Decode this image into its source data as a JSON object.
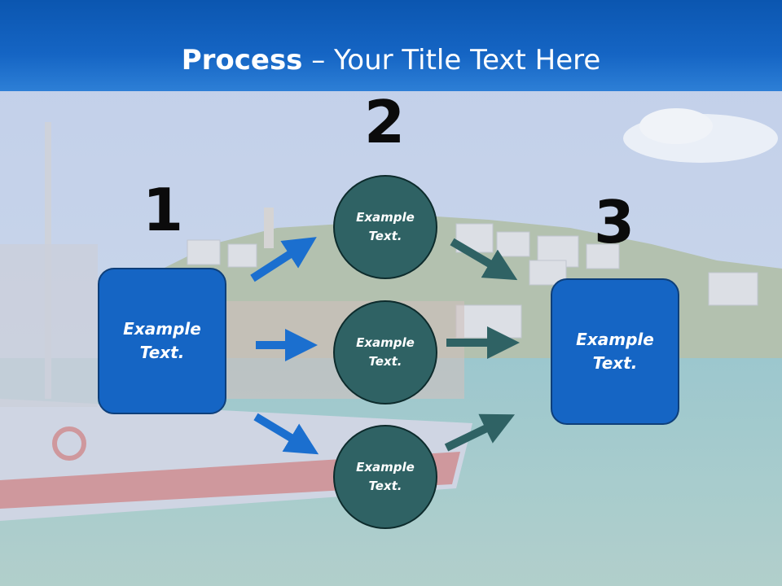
{
  "title": {
    "bold": "Process",
    "rest": " – Your Title Text Here"
  },
  "steps": [
    {
      "number": "1",
      "text": "Example\nText."
    },
    {
      "number": "2",
      "items": [
        "Example\nText.",
        "Example\nText.",
        "Example\nText."
      ]
    },
    {
      "number": "3",
      "text": "Example\nText."
    }
  ],
  "colors": {
    "title_bar": "#1565c4",
    "box": "#1565c4",
    "circle": "#2f6264",
    "blue_arrow": "#1b6fcf",
    "teal_arrow": "#2f6264"
  }
}
